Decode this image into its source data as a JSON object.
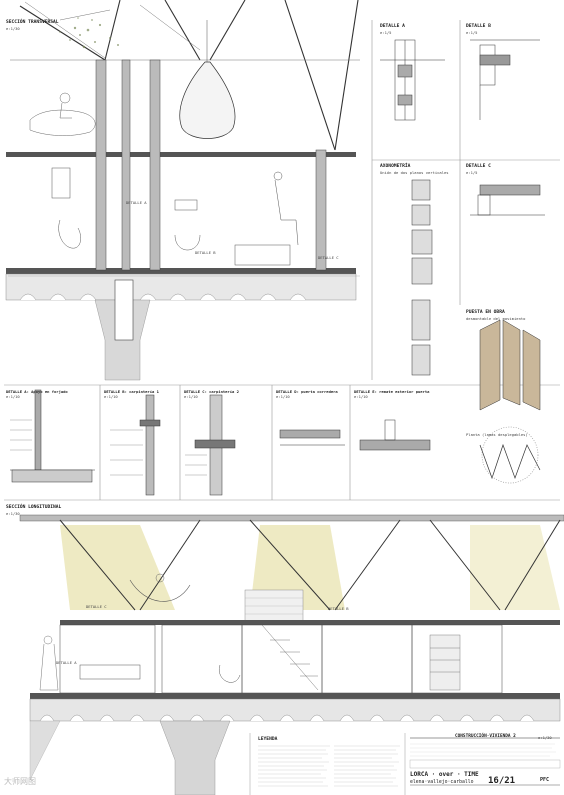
{
  "sections": {
    "transversal": {
      "title": "SECCIÓN TRANSVERSAL",
      "scale": "e:1/30"
    },
    "longitudinal": {
      "title": "SECCIÓN LONGITUDINAL",
      "scale": "e:1/30"
    }
  },
  "details_top": [
    {
      "id": "detalle-a",
      "title": "DETALLE A",
      "scale": "e:1/5"
    },
    {
      "id": "detalle-b",
      "title": "DETALLE B",
      "scale": "e:1/5"
    },
    {
      "id": "axonometria",
      "title": "AXONOMETRÍA",
      "subtitle": "Unión de dos planos verticales"
    },
    {
      "id": "detalle-c",
      "title": "DETALLE C",
      "scale": "e:1/5"
    },
    {
      "id": "puesta-obra",
      "title": "PUESTA EN OBRA",
      "subtitle": "desmontable del movimiento"
    }
  ],
  "details_mid": [
    {
      "id": "mid-1",
      "title": "DETALLE A: Apoyo en forjado",
      "scale": "e:1/10"
    },
    {
      "id": "mid-2",
      "title": "DETALLE B: carpintería 1",
      "scale": "e:1/10"
    },
    {
      "id": "mid-3",
      "title": "DETALLE C: carpintería 2",
      "scale": "e:1/10"
    },
    {
      "id": "mid-4",
      "title": "DETALLE D: puerta corredera",
      "scale": "e:1/10"
    },
    {
      "id": "mid-5",
      "title": "DETALLE E: remate exterior puerta",
      "scale": "e:1/10"
    }
  ],
  "planta_label": "Planta (lamas desplegables)",
  "callouts_transversal": [
    "DETALLE A",
    "DETALLE B",
    "DETALLE C"
  ],
  "callouts_longitudinal": [
    "DETALLE C",
    "DETALLE A",
    "DETALLE B"
  ],
  "legend": {
    "title": "LEYENDA"
  },
  "title_block": {
    "project": "LORCA · over · TIME",
    "author": "elena·vallejo·carballo",
    "sheet": "16/21",
    "heading": "CONSTRUCCIÓN·VIVIENDA 2",
    "scale": "e:1/30",
    "school": "PFC"
  },
  "watermark": "大师网图"
}
